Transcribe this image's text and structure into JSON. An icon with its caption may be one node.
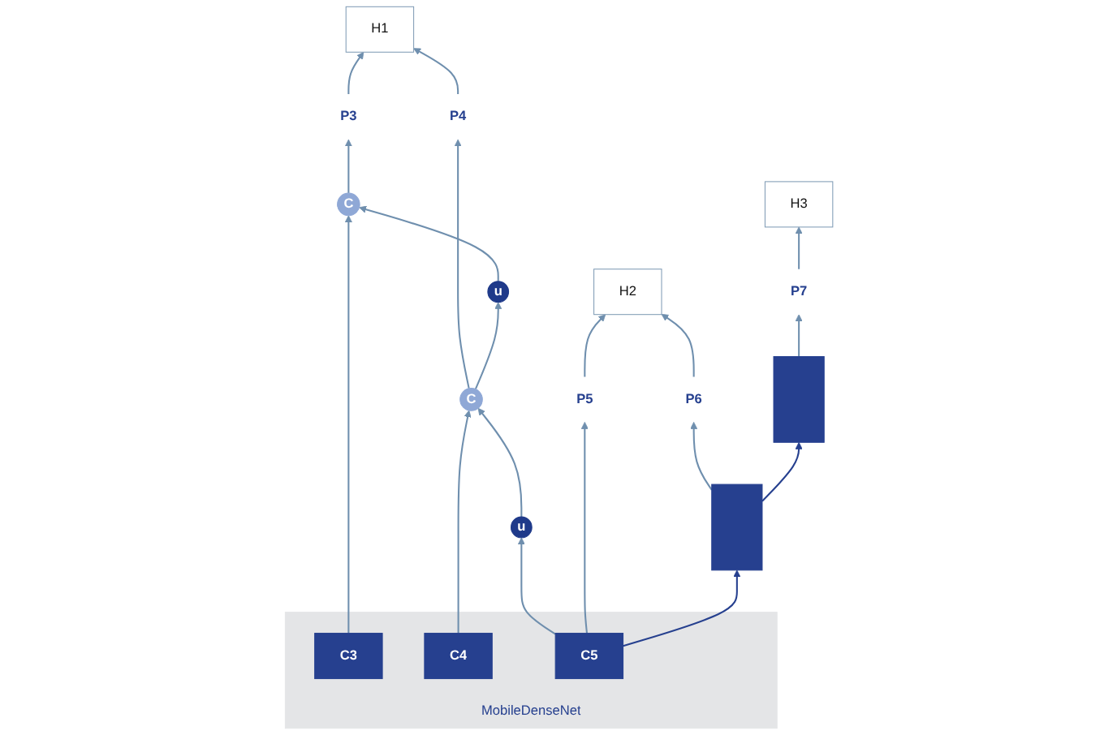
{
  "diagram": {
    "nodes": [
      {
        "text": [
          "H1"
        ]
      },
      {
        "text": [
          "H2"
        ]
      },
      {
        "text": [
          "H3"
        ]
      },
      {
        "text": [
          "P3"
        ]
      },
      {
        "text": [
          "P4"
        ]
      },
      {
        "text": [
          "P5"
        ]
      },
      {
        "text": [
          "P6"
        ]
      },
      {
        "text": [
          "P7"
        ]
      },
      {
        "text": [
          "C"
        ]
      },
      {
        "text": [
          "u"
        ]
      },
      {
        "text": [
          "C"
        ]
      },
      {
        "text": [
          "u"
        ]
      },
      {
        "text": [
          "MobileDenseNet"
        ]
      },
      {
        "text": [
          "C3"
        ],
        "in": 12
      },
      {
        "text": [
          "C4"
        ],
        "in": 12
      },
      {
        "text": [
          "C5"
        ],
        "in": 12
      },
      {
        "text": [],
        "shape": "bar"
      },
      {
        "text": [],
        "shape": "bar"
      }
    ],
    "edges": [
      {
        "from": 13,
        "to": 8,
        "arrow": "to"
      },
      {
        "from": 8,
        "to": 3,
        "arrow": "to"
      },
      {
        "from": 3,
        "to": 0,
        "arrow": "to"
      },
      {
        "from": 4,
        "to": 0,
        "arrow": "to"
      },
      {
        "from": 14,
        "to": 10,
        "arrow": "to"
      },
      {
        "from": 10,
        "to": 4,
        "arrow": "to"
      },
      {
        "from": 10,
        "to": 9,
        "arrow": "to"
      },
      {
        "from": 9,
        "to": 8,
        "arrow": "to"
      },
      {
        "from": 11,
        "to": 10,
        "arrow": "to"
      },
      {
        "from": 15,
        "to": 11,
        "arrow": "to"
      },
      {
        "from": 15,
        "to": 5,
        "arrow": "to"
      },
      {
        "from": 5,
        "to": 1,
        "arrow": "to"
      },
      {
        "from": 6,
        "to": 1,
        "arrow": "to"
      },
      {
        "from": 16,
        "to": 6,
        "arrow": "to"
      },
      {
        "from": 17,
        "to": 7,
        "arrow": "to"
      },
      {
        "from": 7,
        "to": 2,
        "arrow": "to"
      },
      {
        "from": 15,
        "to": 16,
        "arrow": "to",
        "color": "#26408f"
      },
      {
        "from": 16,
        "to": 17,
        "arrow": "to",
        "color": "#26408f"
      }
    ]
  }
}
